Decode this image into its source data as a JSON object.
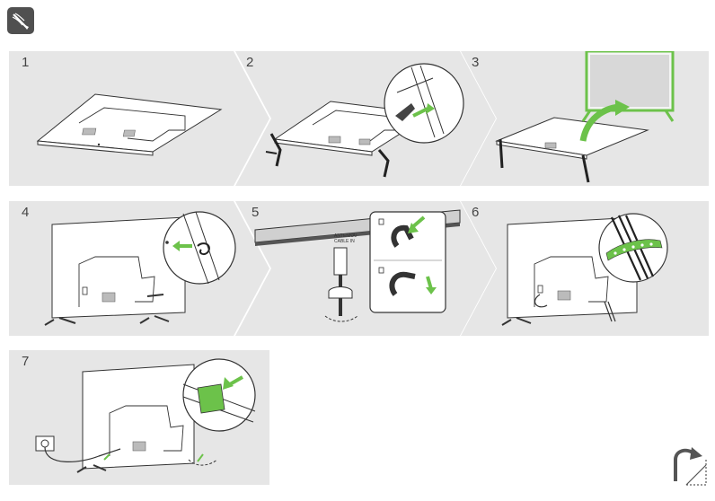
{
  "header": {
    "icon": "cable-tie-icon"
  },
  "steps": [
    {
      "number": "1"
    },
    {
      "number": "2"
    },
    {
      "number": "3"
    },
    {
      "number": "4"
    },
    {
      "number": "5",
      "antenna_label_line1": "ANTENNA/",
      "antenna_label_line2": "CABLE IN"
    },
    {
      "number": "6"
    },
    {
      "number": "7"
    }
  ],
  "footer": {
    "icon": "page-turn-icon"
  },
  "colors": {
    "panel": "#e6e6e6",
    "accent_green": "#6cc24a",
    "line": "#3a3a3a"
  }
}
